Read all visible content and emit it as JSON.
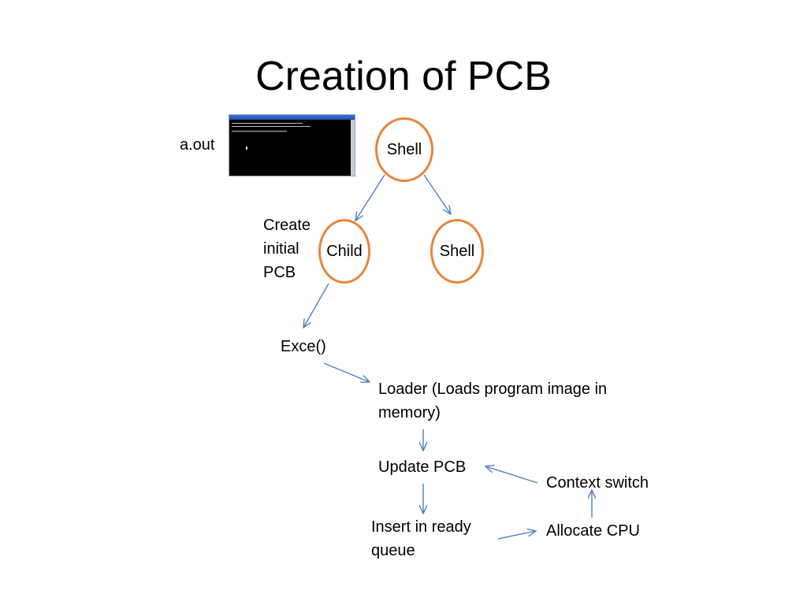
{
  "title": "Creation of PCB",
  "console_label": "a.out",
  "nodes": {
    "shell_top": "Shell",
    "child": "Child",
    "shell_right": "Shell"
  },
  "labels": {
    "create_initial_pcb": [
      "Create",
      "initial",
      "PCB"
    ],
    "exce": "Exce()",
    "loader": [
      "Loader (Loads program image in",
      "memory)"
    ],
    "update_pcb": "Update PCB",
    "context_switch": "Context switch",
    "insert_ready_queue": [
      "Insert in ready",
      "queue"
    ],
    "allocate_cpu": "Allocate CPU"
  },
  "colors": {
    "node_border": "#e8853a",
    "arrow": "#4f81bd"
  }
}
